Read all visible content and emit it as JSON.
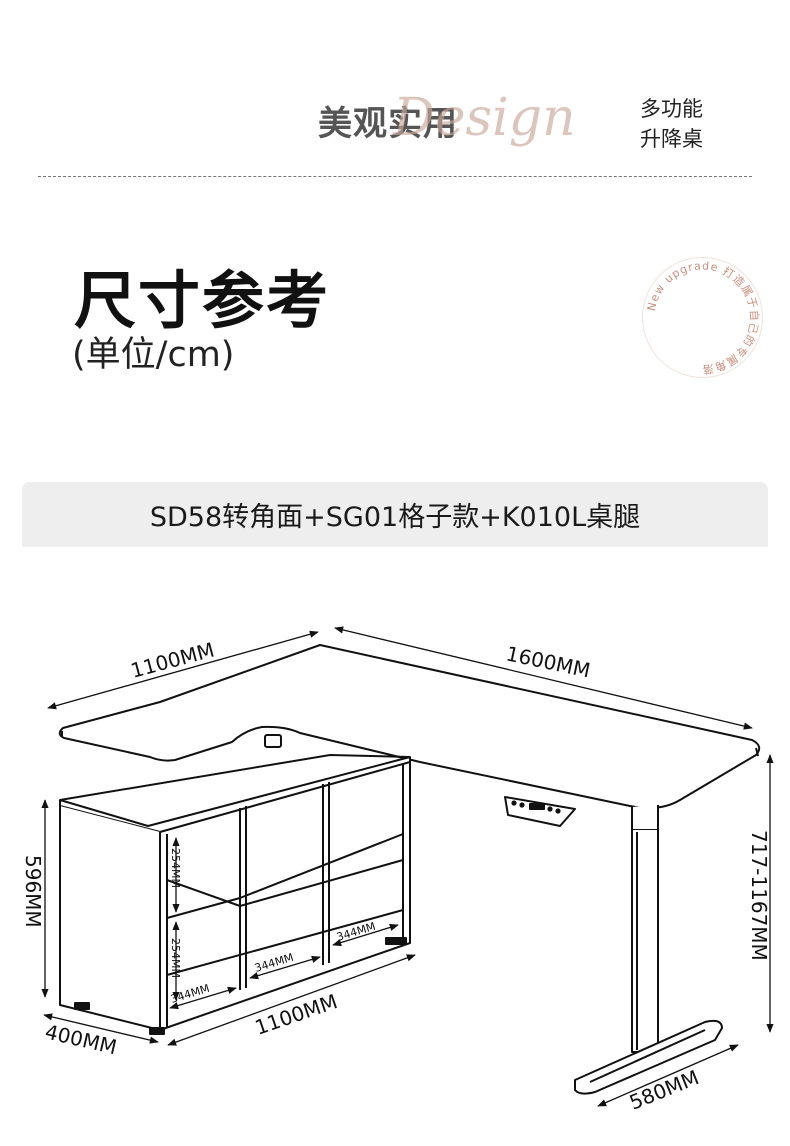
{
  "header": {
    "brand_title": "美观实用",
    "script_word": "Design",
    "tagline_line1": "多功能",
    "tagline_line2": "升降桌"
  },
  "section": {
    "title": "尺寸参考",
    "unit_note": "(单位/cm)"
  },
  "stamp": {
    "text": "New upgrade 打造属于自己的专属角落"
  },
  "product": {
    "name": "SD58转角面+SG01格子款+K010L桌腿"
  },
  "dimensions": {
    "top_left_width": "1100MM",
    "top_right_width": "1600MM",
    "cabinet_height": "596MM",
    "cabinet_depth": "400MM",
    "cabinet_width": "1100MM",
    "desk_height": "717-1167MM",
    "leg_depth": "580MM",
    "shelf_height_upper": "254MM",
    "shelf_height_lower": "254MM",
    "cell_width_left": "344MM",
    "cell_width_mid": "344MM",
    "cell_width_right": "344MM"
  }
}
